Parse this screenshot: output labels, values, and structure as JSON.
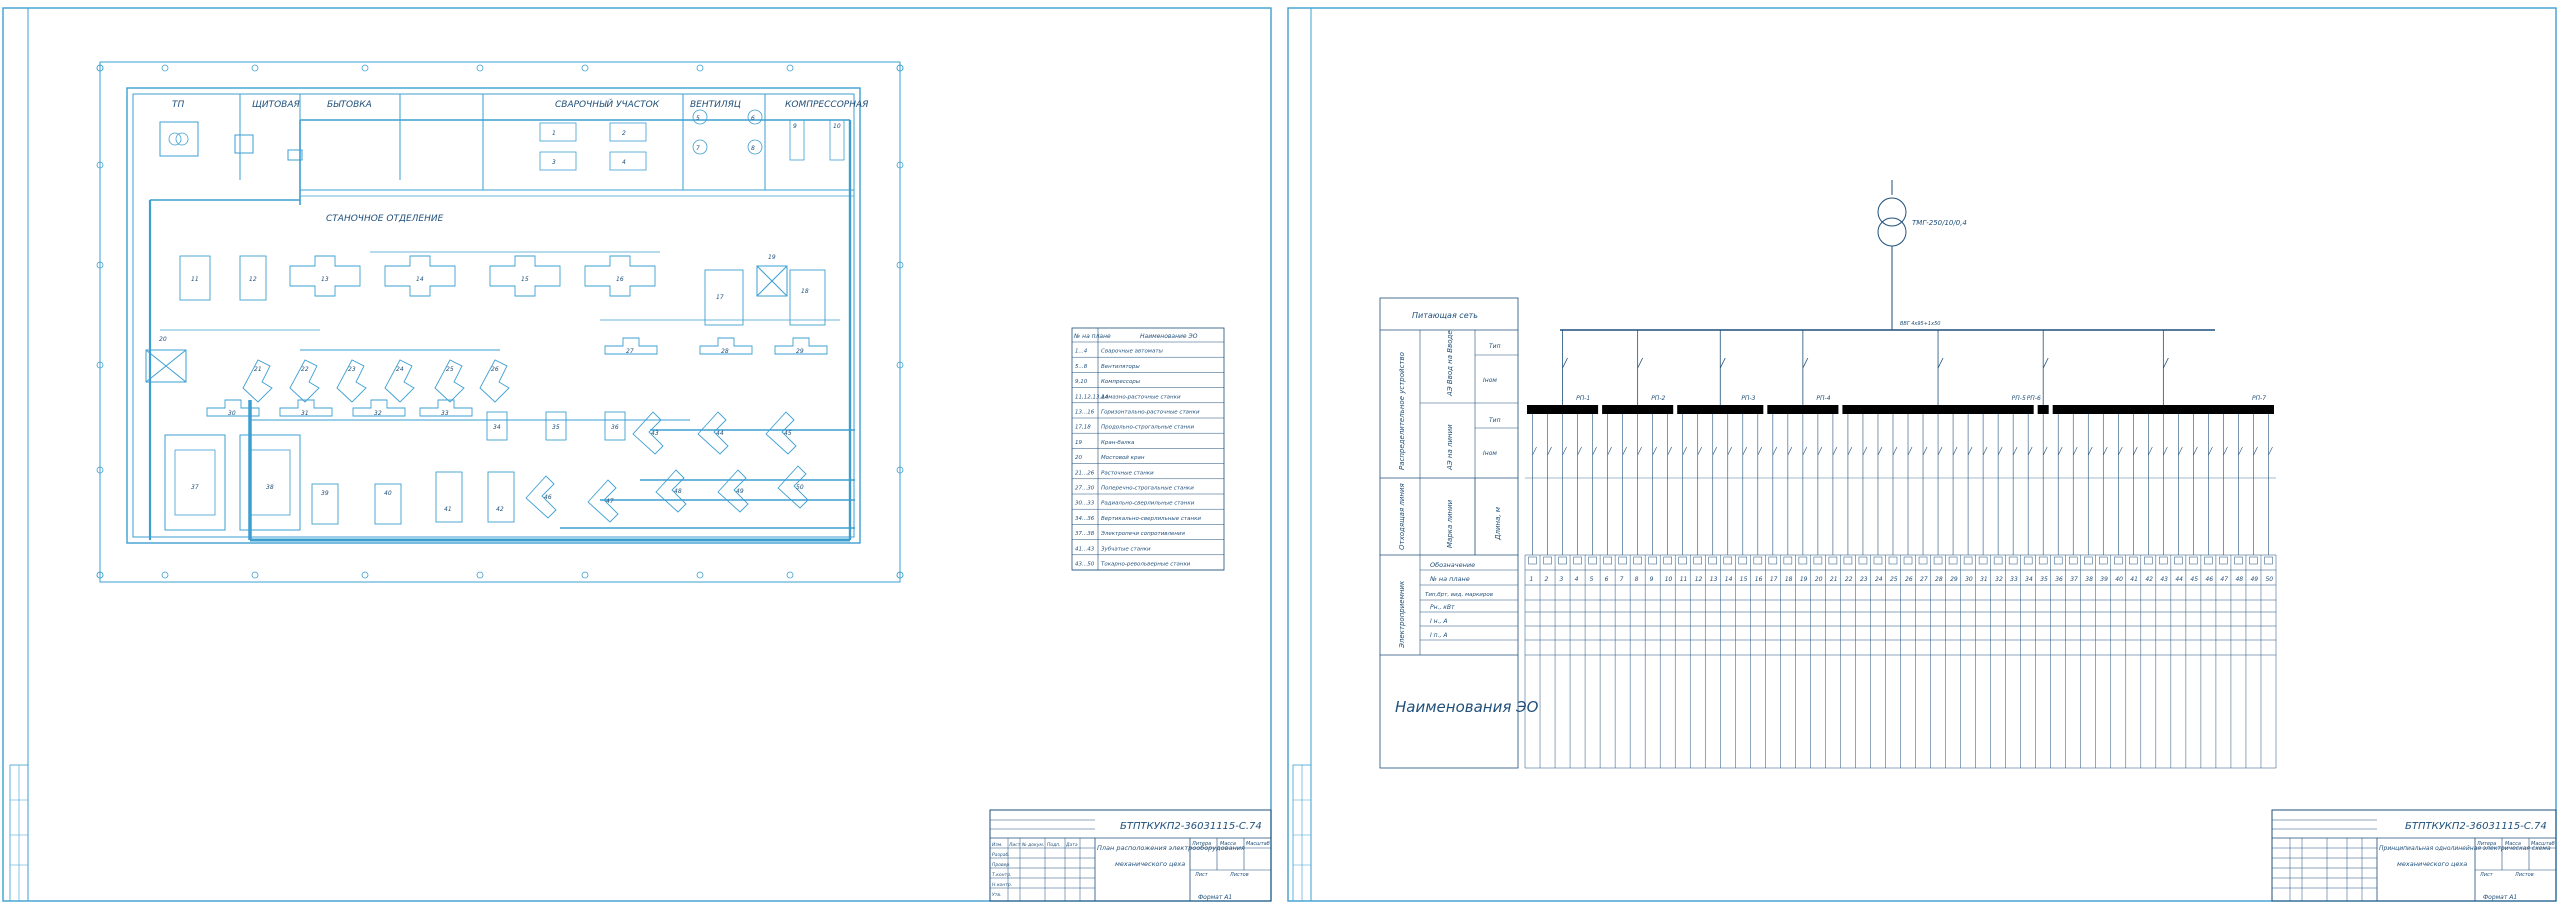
{
  "sheet1": {
    "rooms": {
      "tp": "ТП",
      "shitovaya": "ЩИТОВАЯ",
      "bytovka": "БЫТОВКА",
      "svarochny": "СВАРОЧНЫЙ УЧАСТОК",
      "ventilyaciya": "ВЕНТИЛЯЦ",
      "kompressornaya": "КОМПРЕССОРНАЯ",
      "stanochnoe": "СТАНОЧНОЕ ОТДЕЛЕНИЕ"
    },
    "equipment_labels": [
      "1",
      "2",
      "3",
      "4",
      "5",
      "6",
      "7",
      "8",
      "9",
      "10",
      "11",
      "12",
      "13",
      "14",
      "15",
      "16",
      "17",
      "18",
      "19",
      "20",
      "21",
      "22",
      "23",
      "24",
      "25",
      "26",
      "27",
      "28",
      "29",
      "30",
      "31",
      "32",
      "33",
      "34",
      "35",
      "36",
      "37",
      "38",
      "39",
      "40",
      "41",
      "42",
      "43",
      "44",
      "45",
      "46",
      "47",
      "48",
      "49",
      "50"
    ],
    "legend": {
      "header_num": "№ на плане",
      "header_name": "Наименование ЭО",
      "rows": [
        {
          "num": "1...4",
          "name": "Сварочные автоматы"
        },
        {
          "num": "5...8",
          "name": "Вентиляторы"
        },
        {
          "num": "9,10",
          "name": "Компрессоры"
        },
        {
          "num": "11,12,13,14",
          "name": "Алмазно-расточные станки"
        },
        {
          "num": "13...16",
          "name": "Горизонтально-расточные станки"
        },
        {
          "num": "17,18",
          "name": "Продольно-строгальные станки"
        },
        {
          "num": "19",
          "name": "Кран-балка"
        },
        {
          "num": "20",
          "name": "Мостовой кран"
        },
        {
          "num": "21...26",
          "name": "Расточные станки"
        },
        {
          "num": "27...30",
          "name": "Поперечно-строгальные станки"
        },
        {
          "num": "30...33",
          "name": "Радиально-сверлильные станки"
        },
        {
          "num": "34...36",
          "name": "Вертикально-сверлильные станки"
        },
        {
          "num": "37...38",
          "name": "Электропечи сопротивления"
        },
        {
          "num": "41...43",
          "name": "Зубчатые станки"
        },
        {
          "num": "43...50",
          "name": "Токарно-револьверные станки"
        }
      ]
    },
    "stamp": {
      "code": "БТПТКУКП2-36031115-С.74",
      "title_line1": "План расположения электрооборудования",
      "title_line2": "механического цеха",
      "col_lit": "Литера",
      "col_mass": "Масса",
      "col_scale": "Масштаб",
      "sheet": "Лист",
      "sheets": "Листов",
      "fmt": "Формат А1",
      "role_razrab": "Разраб.",
      "role_prov": "Провер.",
      "role_tkontr": "Т.контр.",
      "role_nkontr": "Н.контр.",
      "role_utv": "Утв.",
      "col_izm": "Изм.",
      "col_list": "Лист",
      "col_doc": "№ докум.",
      "col_podp": "Подп.",
      "col_data": "Дата"
    }
  },
  "sheet2": {
    "transformer": "ТМГ-250/10/0,4",
    "main_line": "ВВГ 4х95+1х50",
    "row_headers": {
      "supply": "Питающая сеть",
      "distr_device": "Распределительное устройство",
      "ae_input": "АЭ Ввод на Вводе",
      "ae_line": "АЭ на линии",
      "type": "Тип",
      "inom": "Iном",
      "branch": "Отходящая линия",
      "mark": "Марка линии",
      "length": "Длина, м",
      "receiver": "Электроприемник",
      "designation": "Обозначение",
      "num_plan": "№ на плане",
      "type_label": "Тип,брт, вид, маркиров",
      "power": "Рн., кВт",
      "current_n": "I н., А",
      "current_p": "I п., А",
      "names": "Наименования ЭО"
    },
    "panels": [
      "РП-1",
      "РП-2",
      "РП-3",
      "РП-4",
      "РП-5",
      "РП-6",
      "РП-7"
    ],
    "receiver_numbers": [
      "1",
      "2",
      "3",
      "4",
      "5",
      "6",
      "7",
      "8",
      "9",
      "10",
      "11",
      "12",
      "13",
      "14",
      "15",
      "16",
      "17",
      "18",
      "19",
      "20",
      "21",
      "22",
      "23",
      "24",
      "25",
      "26",
      "27",
      "28",
      "29",
      "30",
      "31",
      "32",
      "33",
      "34",
      "35",
      "36",
      "37",
      "38",
      "39",
      "40",
      "41",
      "42",
      "43",
      "44",
      "45",
      "46",
      "47",
      "48",
      "49",
      "50"
    ],
    "stamp": {
      "code": "БТПТКУКП2-36031115-С.74",
      "title_line1": "Принципиальная однолинейная электрическая схема",
      "title_line2": "механического цеха",
      "col_lit": "Литера",
      "col_mass": "Масса",
      "col_scale": "Масштаб",
      "sheet": "Лист",
      "sheets": "Листов",
      "fmt": "Формат А1"
    }
  }
}
